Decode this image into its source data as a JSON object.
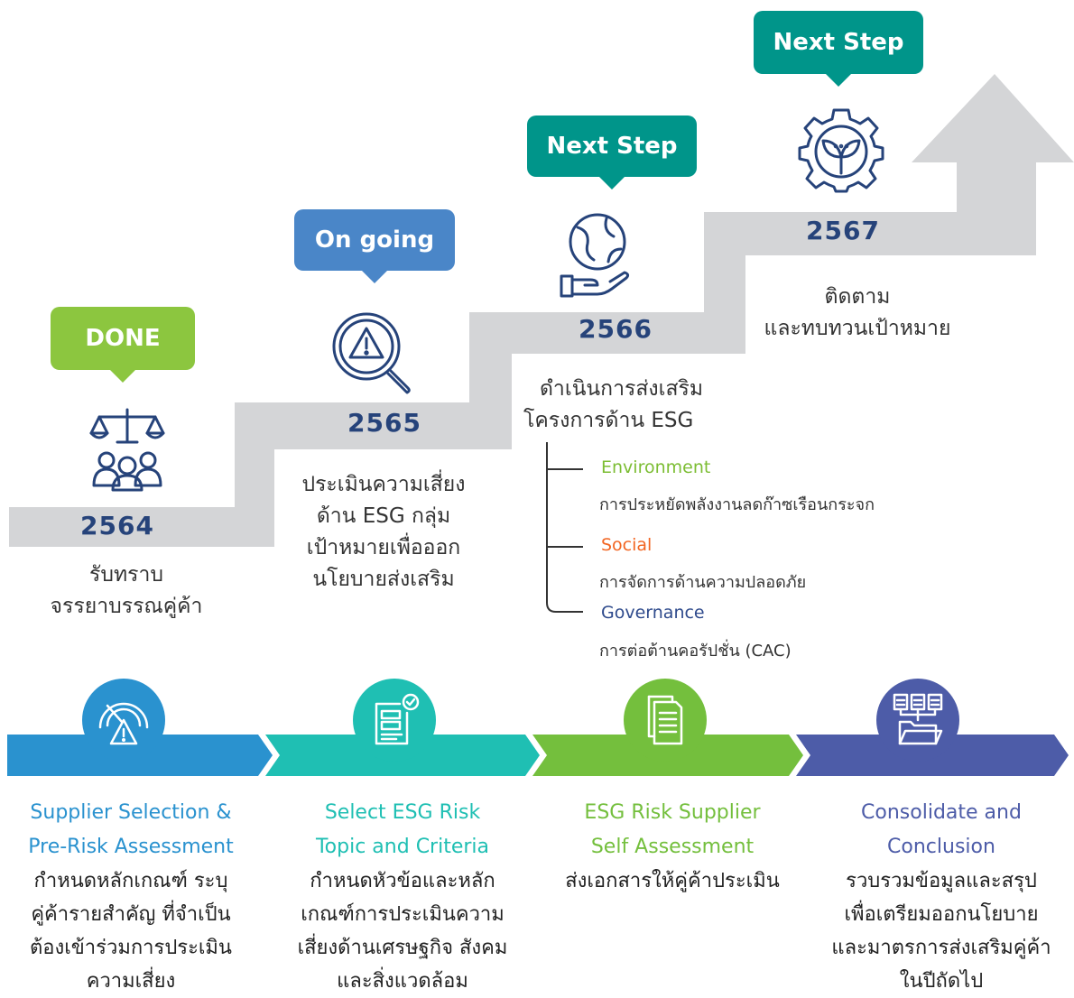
{
  "colors": {
    "stair": "#d4d5d7",
    "done": "#8cc63f",
    "ongoing": "#4a86c8",
    "next": "#00958a",
    "navy": "#26437a",
    "env": "#7cbd33",
    "social": "#f26522",
    "gov": "#2e4a8c",
    "proc1": "#2a92cf",
    "proc2": "#1fbfb3",
    "proc3": "#74bf3d",
    "proc4": "#4d5ca8"
  },
  "stages": [
    {
      "badge": "DONE",
      "year": "2564",
      "desc": [
        "รับทราบ",
        "จรรยาบรรณคู่ค้า"
      ],
      "icon": "scales-people-icon"
    },
    {
      "badge": "On going",
      "year": "2565",
      "desc": [
        "ประเมินความเสี่ยง",
        "ด้าน ESG กลุ่ม",
        "เป้าหมายเพื่อออก",
        "นโยบายส่งเสริม"
      ],
      "icon": "magnifier-warning-icon"
    },
    {
      "badge": "Next Step",
      "year": "2566",
      "desc": [
        "ดำเนินการส่งเสริม",
        "โครงการด้าน ESG"
      ],
      "icon": "hand-globe-icon"
    },
    {
      "badge": "Next Step",
      "year": "2567",
      "desc": [
        "ติดตาม",
        "และทบทวนเป้าหมาย"
      ],
      "icon": "gear-leaf-icon"
    }
  ],
  "esg": [
    {
      "title": "Environment",
      "text": "การประหยัดพลังงานลดก๊าซเรือนกระจก"
    },
    {
      "title": "Social",
      "text": "การจัดการด้านความปลอดภัย"
    },
    {
      "title": "Governance",
      "text": "การต่อต้านคอรัปชั่น (CAC)"
    }
  ],
  "process": [
    {
      "title": [
        "Supplier Selection &",
        "Pre-Risk Assessment"
      ],
      "text": [
        "กำหนดหลักเกณฑ์ ระบุ",
        "คู่ค้ารายสำคัญ ที่จำเป็น",
        "ต้องเข้าร่วมการประเมิน",
        "ความเสี่ยง"
      ],
      "icon": "gauge-warning-icon"
    },
    {
      "title": [
        "Select ESG Risk",
        "Topic and Criteria"
      ],
      "text": [
        "กำหนดหัวข้อและหลัก",
        "เกณฑ์การประเมินความ",
        "เสี่ยงด้านเศรษฐกิจ สังคม",
        "และสิ่งแวดล้อม"
      ],
      "icon": "checklist-icon"
    },
    {
      "title": [
        "ESG Risk Supplier",
        "Self Assessment"
      ],
      "text": [
        "ส่งเอกสารให้คู่ค้าประเมิน"
      ],
      "icon": "documents-icon"
    },
    {
      "title": [
        "Consolidate and",
        "Conclusion"
      ],
      "text": [
        "รวบรวมข้อมูลและสรุป",
        "เพื่อเตรียมออกนโยบาย",
        "และมาตรการส่งเสริมคู่ค้า",
        "ในปีถัดไป"
      ],
      "icon": "folder-files-icon"
    }
  ]
}
